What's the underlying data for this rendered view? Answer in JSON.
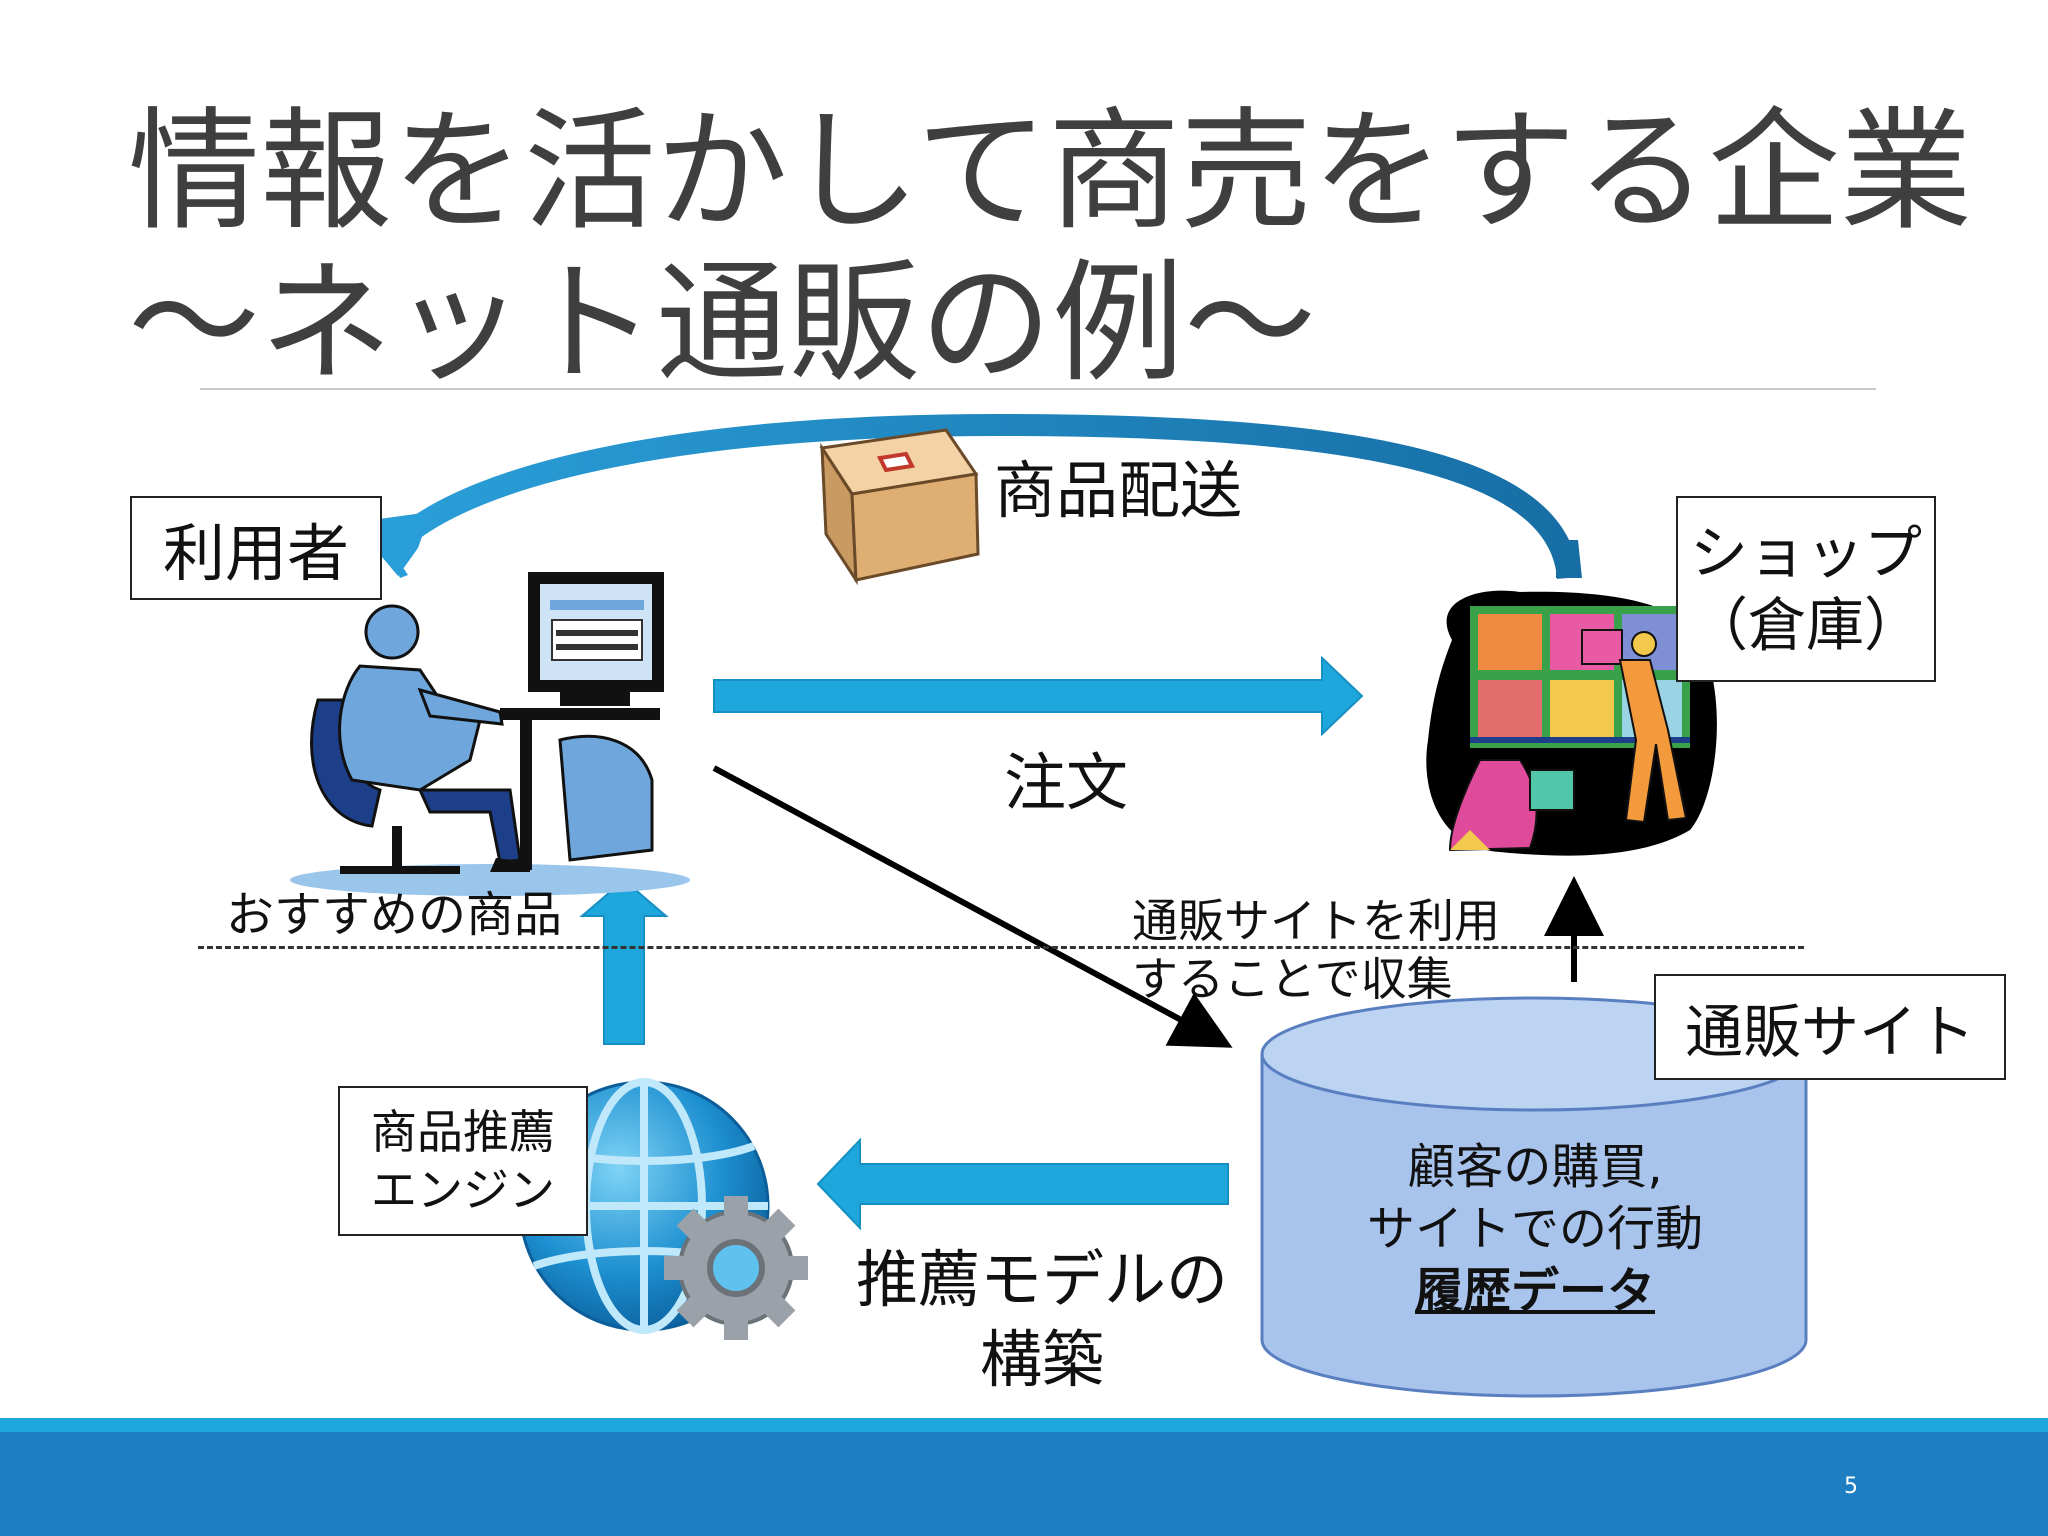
{
  "title": {
    "line1": "情報を活かして商売をする企業",
    "line2": "～ネット通販の例～"
  },
  "diagram": {
    "user_box": "利用者",
    "shop_box": {
      "line1": "ショップ",
      "line2": "（倉庫）"
    },
    "site_box": "通販サイト",
    "engine_box": {
      "line1": "商品推薦",
      "line2": "エンジン"
    },
    "delivery_label": "商品配送",
    "order_label": "注文",
    "recommended_label": "おすすめの商品",
    "collect_label": {
      "line1": "通販サイトを利用",
      "line2": "することで収集"
    },
    "model_label": {
      "line1": "推薦モデルの",
      "line2": "構築"
    },
    "db_text": {
      "line1": "顧客の購買,",
      "line2": "サイトでの行動",
      "line3": "履歴データ"
    }
  },
  "colors": {
    "arrow_blue": "#1ea7dd",
    "arc_blue": "#1c7fb6",
    "db_fill": "#a8c4ec",
    "footer_dark": "#1d7fc1",
    "footer_light": "#1ea7dd"
  },
  "icons": [
    "package-box-icon",
    "computer-user-clipart",
    "warehouse-workers-clipart",
    "globe-gear-icon",
    "database-cylinder"
  ],
  "footer": {
    "page_number": "5"
  }
}
